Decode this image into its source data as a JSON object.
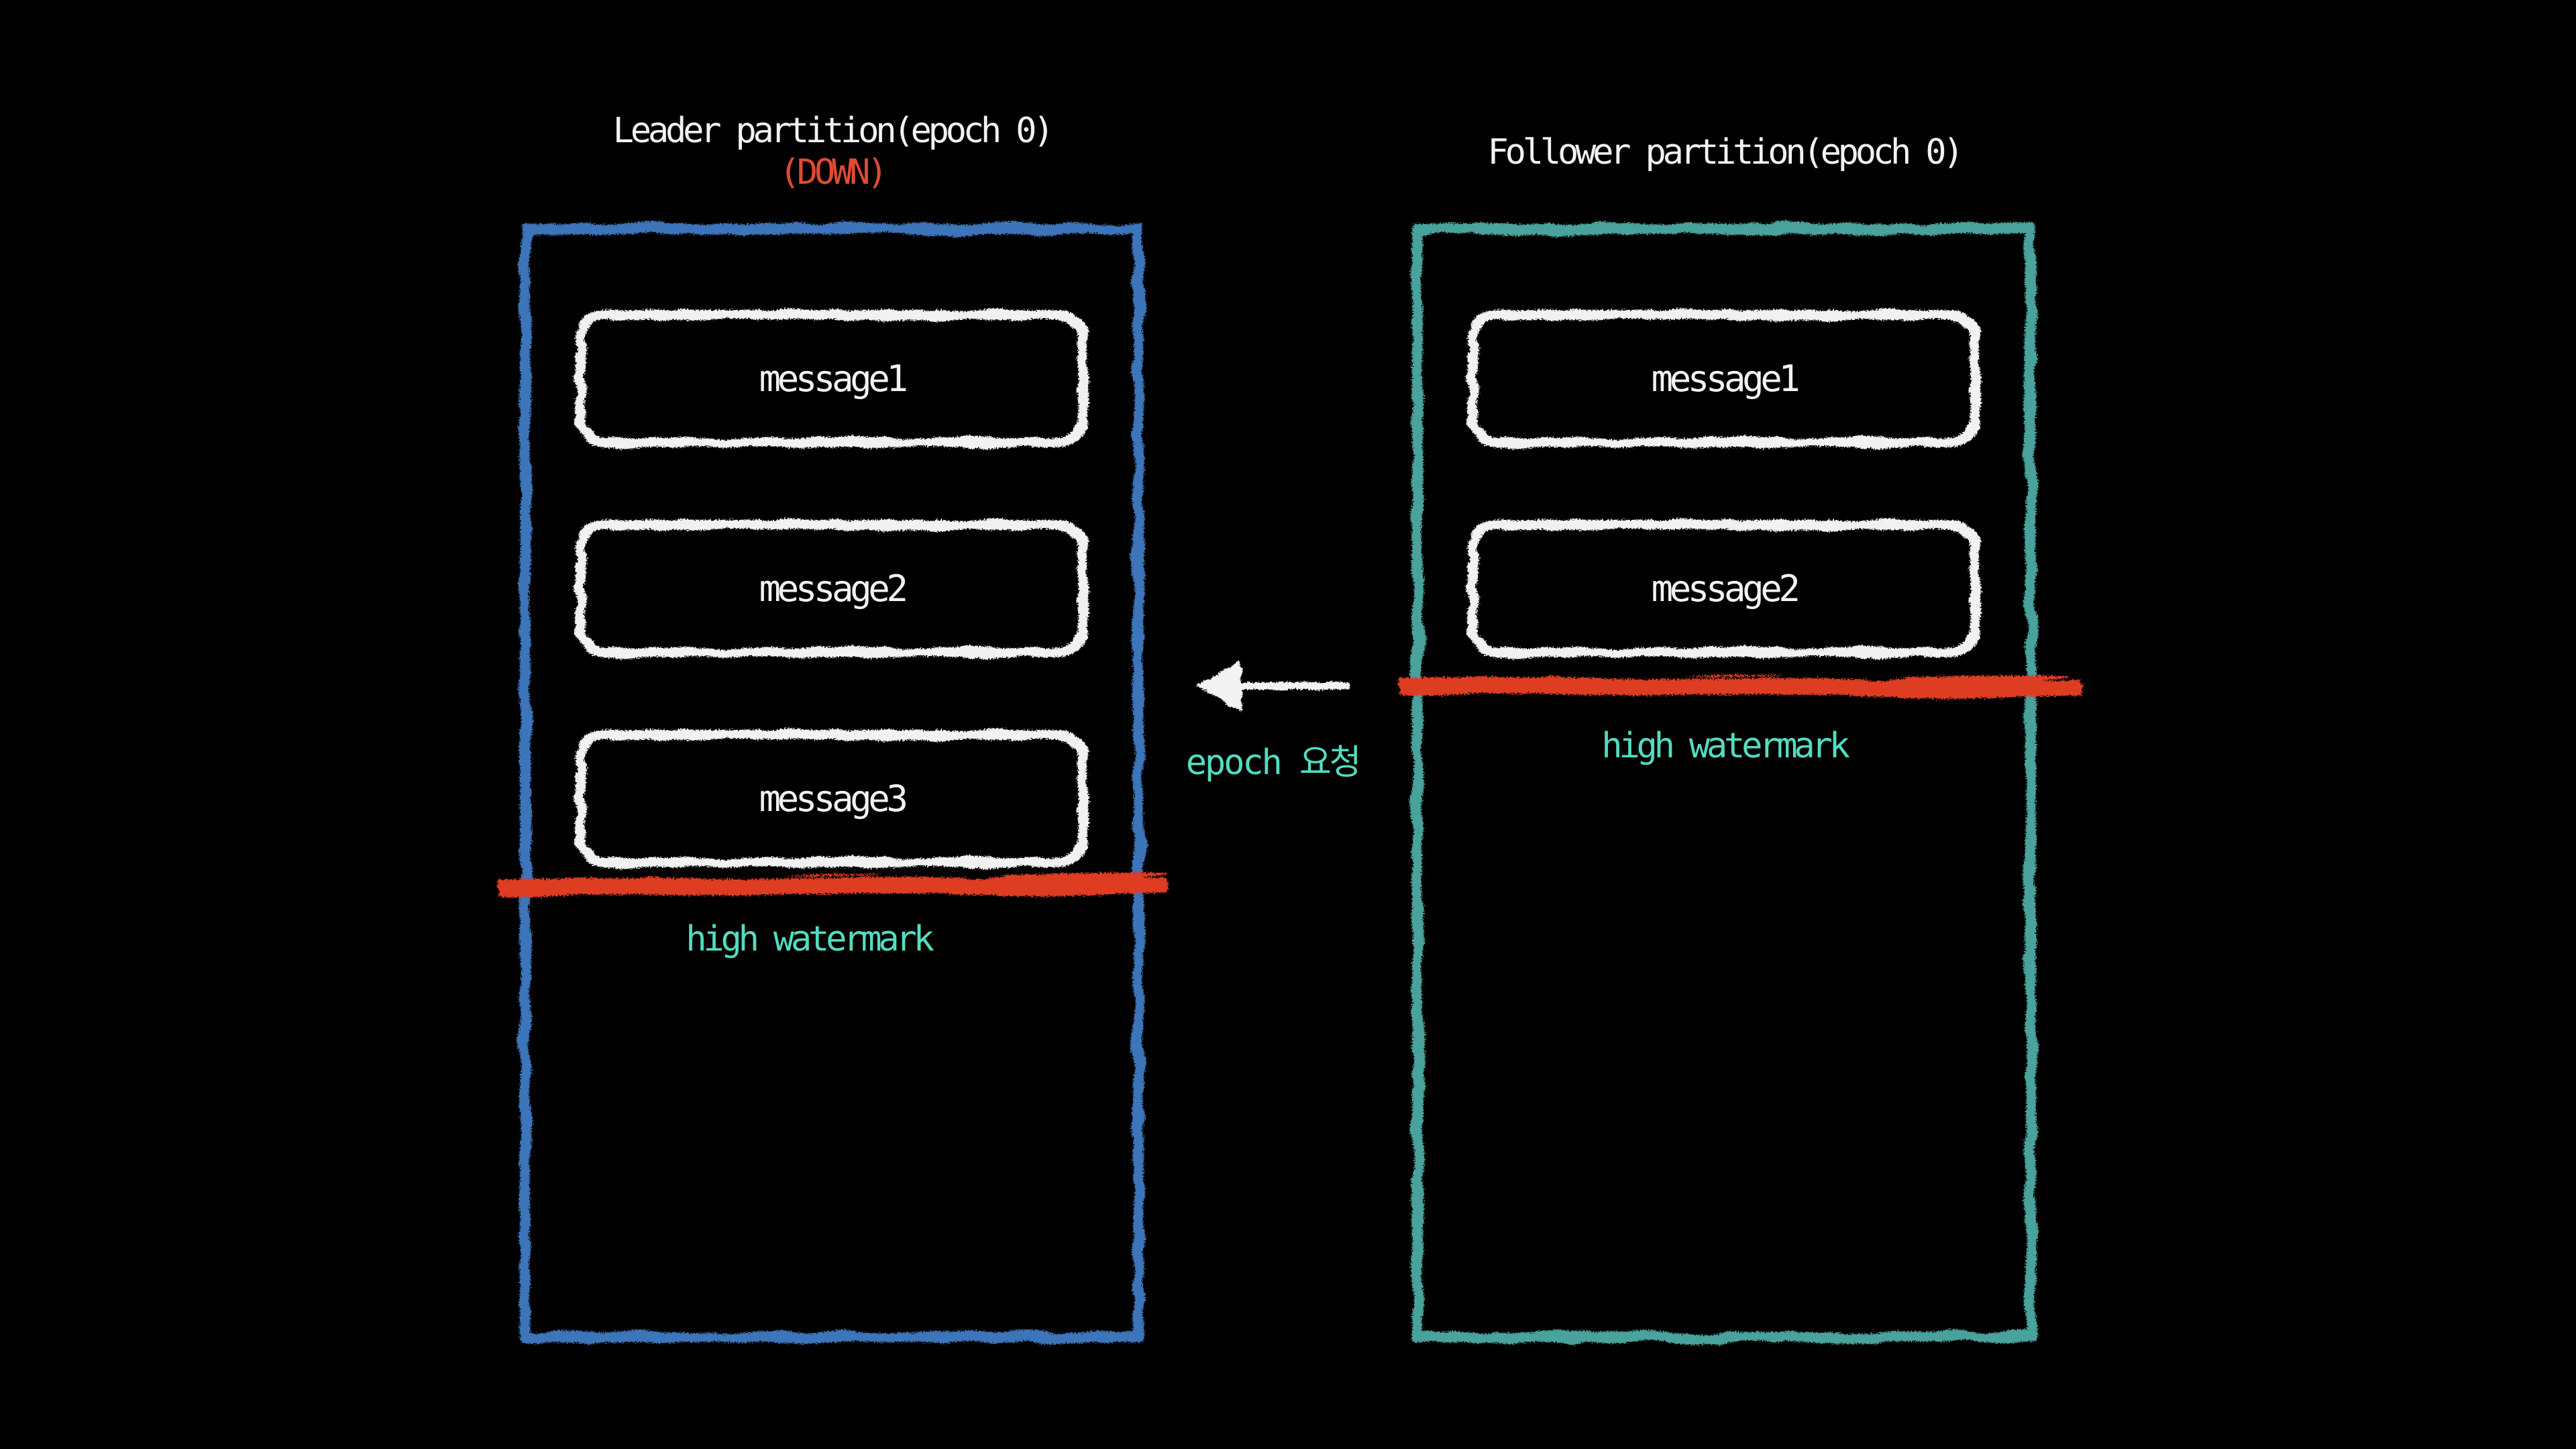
{
  "canvas": {
    "background": "#000000"
  },
  "colors": {
    "canvas_bg": "#000000",
    "leader_border": "#3d74ba",
    "follower_border": "#4aa39c",
    "watermark_line": "#df3e22",
    "mint_text": "#53dcc0",
    "down_text": "#e04a33",
    "chalk_white": "#f2f2f2",
    "message_border": "#f1f1f1"
  },
  "leader": {
    "title": "Leader partition(epoch 0)",
    "status": "(DOWN)",
    "messages": [
      {
        "label": "message1"
      },
      {
        "label": "message2"
      },
      {
        "label": "message3"
      }
    ],
    "watermark_label": "high watermark"
  },
  "follower": {
    "title": "Follower partition(epoch 0)",
    "messages": [
      {
        "label": "message1"
      },
      {
        "label": "message2"
      }
    ],
    "watermark_label": "high watermark"
  },
  "request_arrow": {
    "label": "epoch 요청",
    "direction": "left"
  }
}
